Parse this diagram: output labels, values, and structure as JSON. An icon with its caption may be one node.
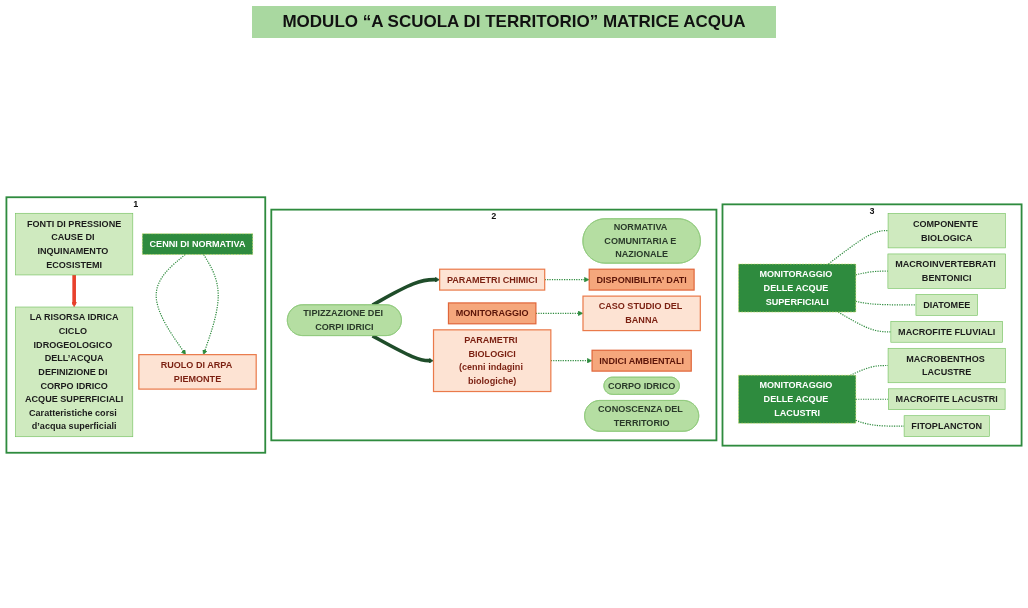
{
  "diagram": {
    "title": "MODULO “A SCUOLA DI TERRITORIO” MATRICE ACQUA",
    "nodes": [
      {
        "text": [
          "1"
        ]
      },
      {
        "text": [
          "LA RISORSA IDRICA",
          "CICLO IDROGEOLOGICO DELL’ACQUA",
          "DEFINIZIONE DI CORPO IDRICO",
          "ACQUE SUPERFICIALI",
          "Caratteristiche corsi d’acqua superficiali"
        ],
        "in": 0
      },
      {
        "text": [
          "FONTI DI PRESSIONE",
          "CAUSE DI INQUINAMENTO ECOSISTEMI"
        ],
        "in": 0
      },
      {
        "text": [
          "CENNI DI NORMATIVA"
        ],
        "in": 0
      },
      {
        "text": [
          "RUOLO DI ARPA PIEMONTE"
        ],
        "in": 0
      },
      {
        "text": [
          "2"
        ]
      },
      {
        "text": [
          "NORMATIVA COMUNITARIA E NAZIONALE"
        ],
        "in": 5
      },
      {
        "text": [
          "CORPO IDRICO"
        ],
        "in": 5
      },
      {
        "text": [
          "CONOSCENZA DEL TERRITORIO"
        ],
        "in": 5
      },
      {
        "text": [
          "TIPIZZAZIONE DEI CORPI IDRICI"
        ],
        "in": 5
      },
      {
        "text": [
          "MONITORAGGIO"
        ],
        "in": 5
      },
      {
        "text": [
          "PARAMETRI CHIMICI"
        ],
        "in": 5
      },
      {
        "text": [
          "PARAMETRI BIOLOGICI",
          "(cenni indagini biologiche)"
        ],
        "in": 5
      },
      {
        "text": [
          "DISPONIBILITA’ DATI"
        ],
        "in": 5
      },
      {
        "text": [
          "CASO STUDIO DEL BANNA"
        ],
        "in": 5
      },
      {
        "text": [
          "INDICI AMBIENTALI"
        ],
        "in": 5
      },
      {
        "text": [
          "3"
        ]
      },
      {
        "text": [
          "MONITORAGGIO DELLE ACQUE SUPERFICIALI"
        ],
        "in": 16
      },
      {
        "text": [
          "COMPONENTE BIOLOGICA"
        ],
        "in": 16
      },
      {
        "text": [
          "MACROINVERTEBRATI BENTONICI"
        ],
        "in": 16
      },
      {
        "text": [
          "DIATOMEE"
        ],
        "in": 16
      },
      {
        "text": [
          "MACROFITE FLUVIALI"
        ],
        "in": 16
      },
      {
        "text": [
          "MONITORAGGIO DELLE ACQUE LACUSTRI"
        ],
        "in": 16
      },
      {
        "text": [
          "MACROBENTHOS LACUSTRE"
        ],
        "in": 16
      },
      {
        "text": [
          "MACROFITE LACUSTRI"
        ],
        "in": 16
      },
      {
        "text": [
          "FITOPLANCTON"
        ],
        "in": 16
      }
    ],
    "edges": [
      {
        "from": 2,
        "to": 1,
        "arrow": "to",
        "style": "thick",
        "color": "#e8412c"
      },
      {
        "from": 3,
        "to": 4,
        "arrow": "to",
        "style": "dashed"
      },
      {
        "from": 3,
        "to": 4,
        "arrow": "to",
        "style": "dashed"
      },
      {
        "from": 9,
        "to": 11,
        "arrow": "to",
        "style": "thick",
        "color": "#1f4d2a"
      },
      {
        "from": 9,
        "to": 12,
        "arrow": "to",
        "style": "thick",
        "color": "#1f4d2a"
      },
      {
        "from": 11,
        "to": 13,
        "arrow": "to",
        "style": "dashed"
      },
      {
        "from": 10,
        "to": 14,
        "arrow": "to",
        "style": "dashed"
      },
      {
        "from": 12,
        "to": 15,
        "arrow": "to",
        "style": "dashed"
      },
      {
        "from": 17,
        "to": 18,
        "arrow": "none",
        "style": "dashed"
      },
      {
        "from": 17,
        "to": 19,
        "arrow": "none",
        "style": "dashed"
      },
      {
        "from": 17,
        "to": 20,
        "arrow": "none",
        "style": "dashed"
      },
      {
        "from": 17,
        "to": 21,
        "arrow": "none",
        "style": "dashed"
      },
      {
        "from": 22,
        "to": 23,
        "arrow": "none",
        "style": "dashed"
      },
      {
        "from": 22,
        "to": 24,
        "arrow": "none",
        "style": "dashed"
      },
      {
        "from": 22,
        "to": 25,
        "arrow": "none",
        "style": "dashed"
      }
    ]
  }
}
